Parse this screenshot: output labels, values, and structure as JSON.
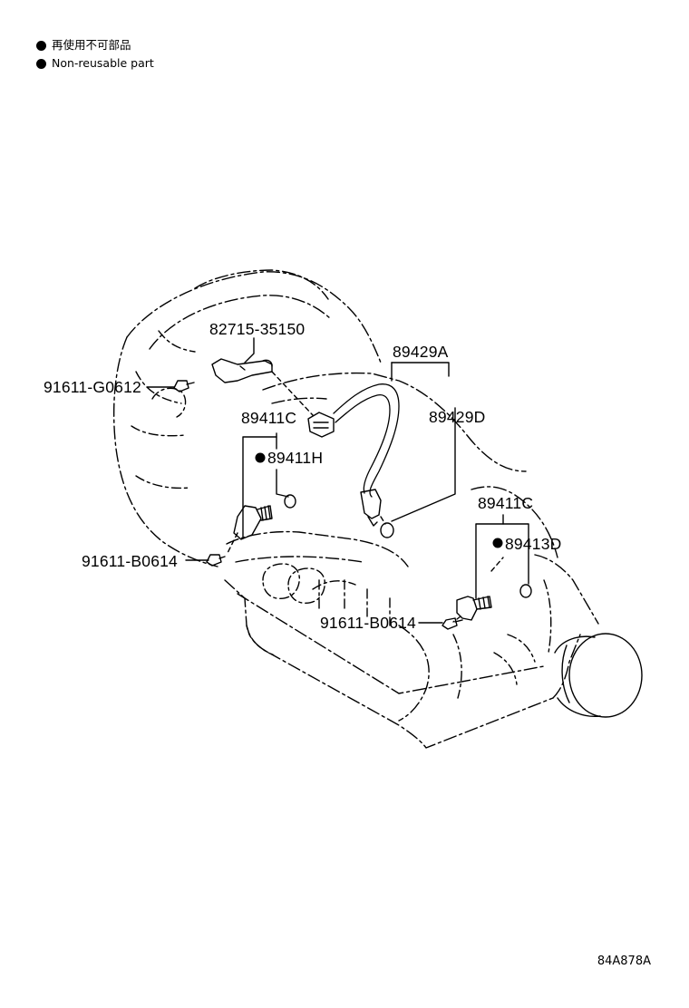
{
  "legend": [
    {
      "text": "再使用不可部品"
    },
    {
      "text": "Non-reusable part"
    }
  ],
  "parts": {
    "bracket": "82715-35150",
    "bolt_upper": "91611-G0612",
    "harness_a": "89429A",
    "harness_d": "89429D",
    "sensor_left_set": "89411C",
    "sensor_left_oring": "89411H",
    "bolt_left": "91611-B0614",
    "sensor_right_set": "89411C",
    "sensor_right_oring": "89413D",
    "bolt_right": "91611-B0614"
  },
  "drawing_code": "84A878A",
  "colors": {
    "ink": "#000000",
    "paper": "#ffffff"
  }
}
